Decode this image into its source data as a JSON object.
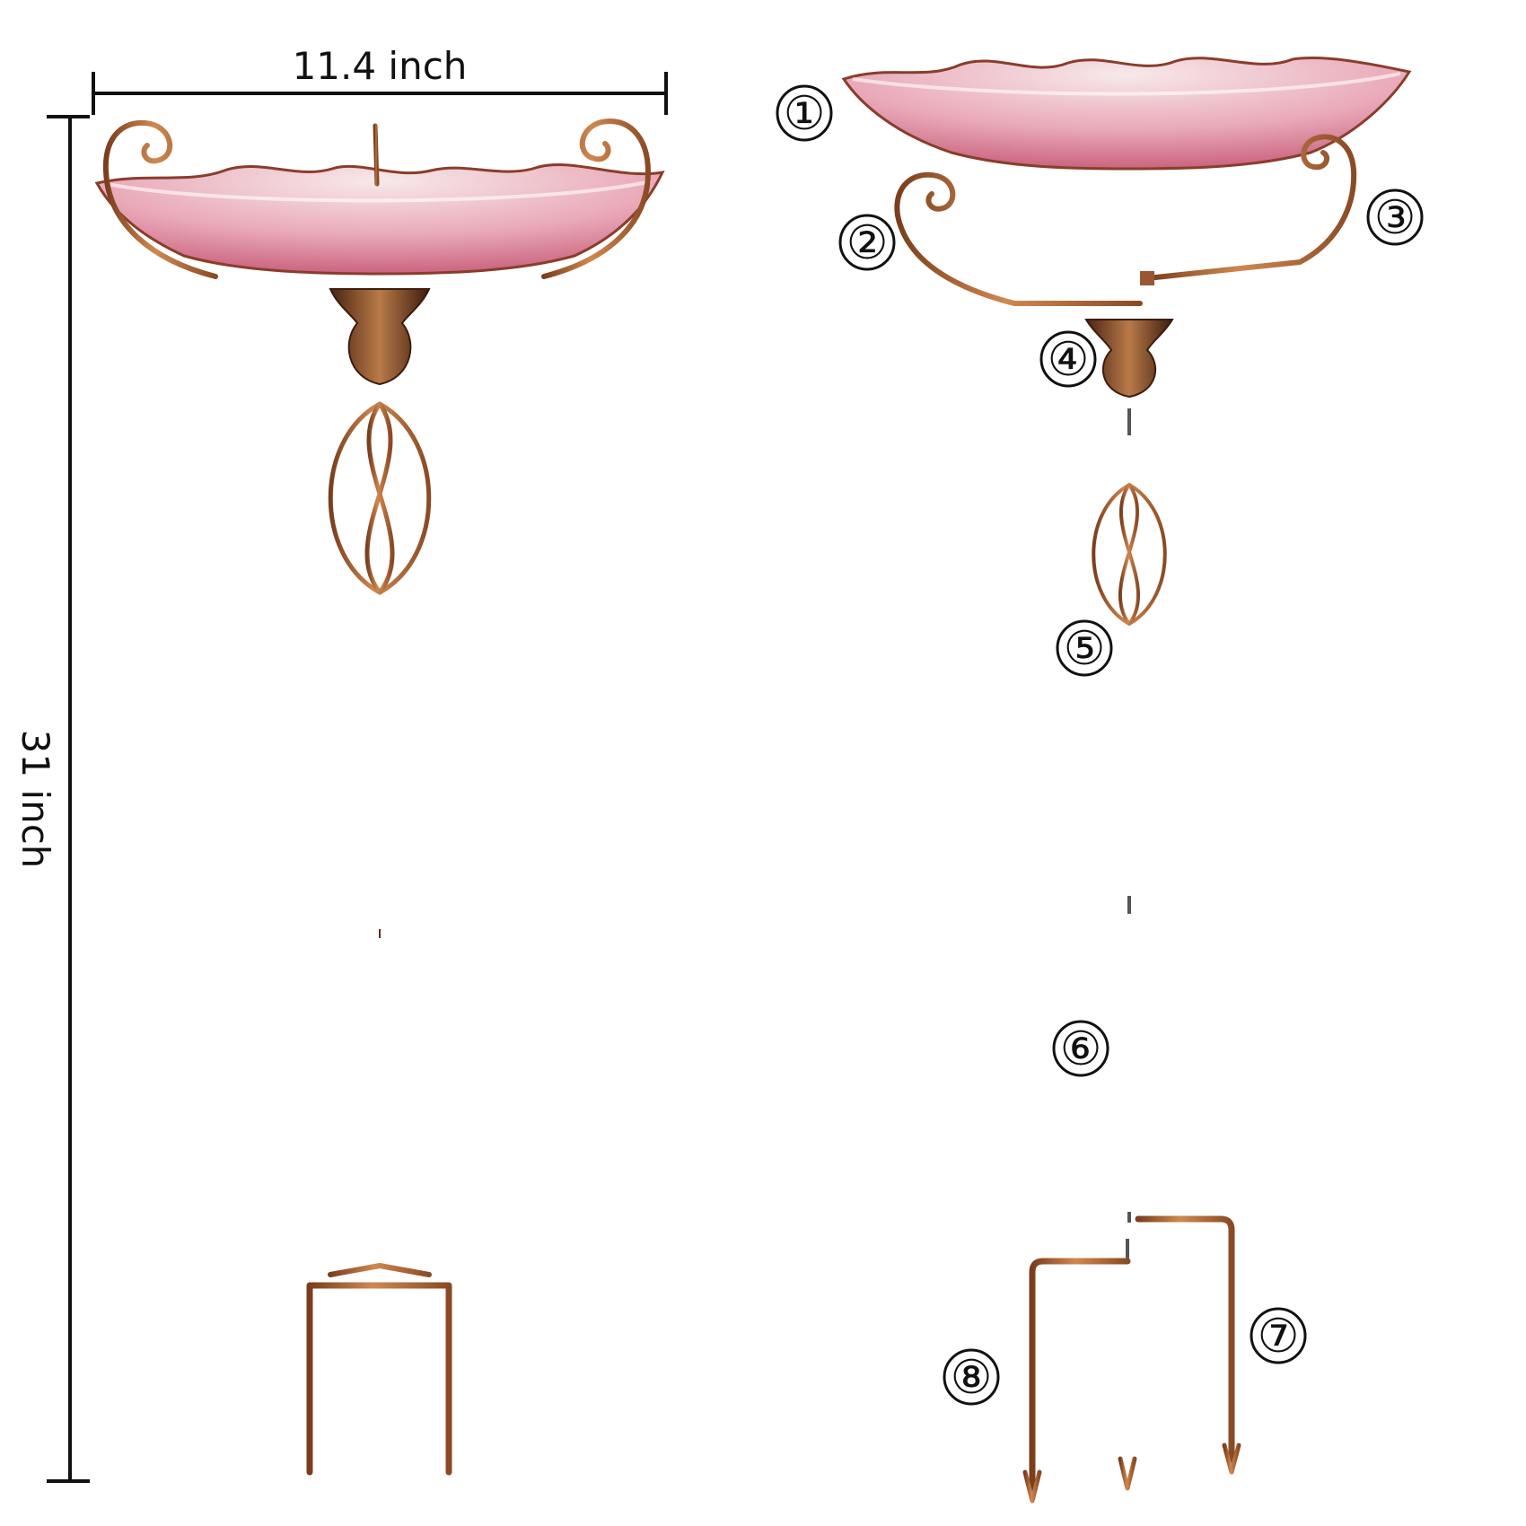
{
  "dimensions": {
    "width_label": "11.4 inch",
    "height_label": "31 inch"
  },
  "parts": [
    {
      "number": "①"
    },
    {
      "number": "②"
    },
    {
      "number": "③"
    },
    {
      "number": "④"
    },
    {
      "number": "⑤"
    },
    {
      "number": "⑥"
    },
    {
      "number": "⑦"
    },
    {
      "number": "⑧"
    }
  ],
  "colors": {
    "copper": "#b86b3c",
    "copper_dark": "#6e3a1c",
    "glass_pink": "#e7a3b4",
    "glass_deep": "#c85a76",
    "glass_light": "#f6e3e6",
    "line": "#111111"
  }
}
